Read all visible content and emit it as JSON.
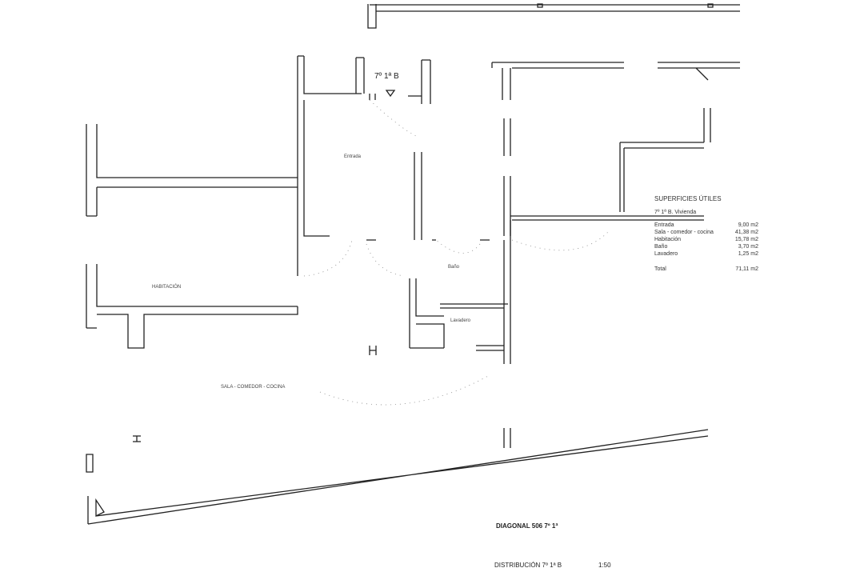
{
  "unit_label": "7º 1ª B",
  "rooms": {
    "entrada": "Entrada",
    "bano": "Baño",
    "lavadero": "Lavadero",
    "habitacion": "HABITACIÓN",
    "sala": "SALA - COMEDOR - COCINA"
  },
  "surfaces": {
    "title": "SUPERFICIES ÚTILES",
    "subtitle": "7º 1ª B. Vivienda",
    "items": [
      {
        "name": "Entrada",
        "area": "9,00 m2"
      },
      {
        "name": "Sala - comedor - cocina",
        "area": "41,38 m2"
      },
      {
        "name": "Habitación",
        "area": "15,78 m2"
      },
      {
        "name": "Baño",
        "area": "3,70 m2"
      },
      {
        "name": "Lavadero",
        "area": "1,25 m2"
      }
    ],
    "total_label": "Total",
    "total_area": "71,11 m2"
  },
  "footer": {
    "project": "DIAGONAL 506  7º 1ª",
    "drawing": "DISTRIBUCIÓN  7º 1ª B",
    "scale": "1:50"
  }
}
